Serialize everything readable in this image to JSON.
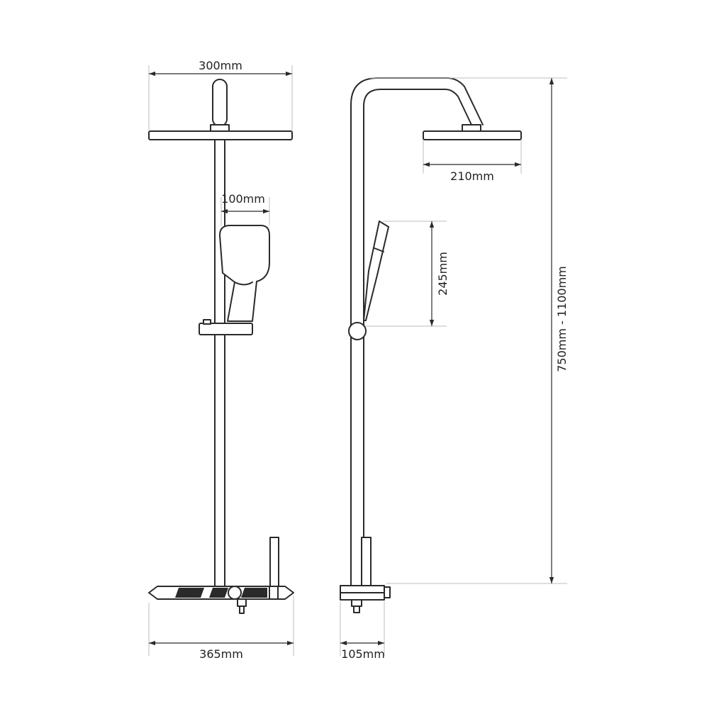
{
  "dimensions": {
    "rain_head_front": "300mm",
    "rain_head_side": "210mm",
    "hand_shower_width": "100mm",
    "hand_shower_length": "245mm",
    "total_height": "750mm - 1100mm",
    "mixer_width": "365mm",
    "mixer_depth": "105mm"
  }
}
